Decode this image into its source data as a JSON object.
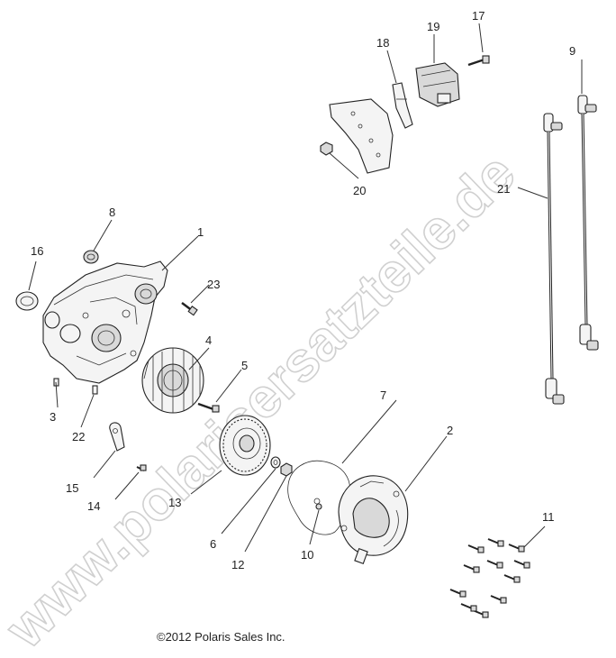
{
  "callouts": {
    "c1": "1",
    "c2": "2",
    "c3": "3",
    "c4": "4",
    "c5": "5",
    "c6": "6",
    "c7": "7",
    "c8": "8",
    "c9": "9",
    "c10": "10",
    "c11": "11",
    "c12": "12",
    "c13": "13",
    "c14": "14",
    "c15": "15",
    "c16": "16",
    "c17": "17",
    "c18": "18",
    "c19": "19",
    "c20": "20",
    "c21": "21",
    "c22": "22",
    "c23": "23"
  },
  "copyright": "©2012 Polaris Sales Inc.",
  "watermark": "www.polarisersatzteile.de",
  "colors": {
    "line": "#222222",
    "watermark": "#c8c8c8",
    "background": "#ffffff"
  }
}
